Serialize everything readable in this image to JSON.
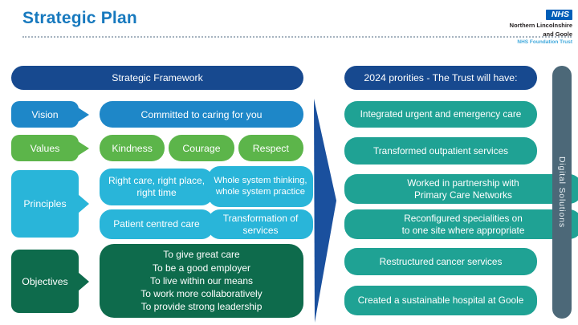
{
  "slide_title": "Strategic Plan",
  "logo": {
    "nhs": "NHS",
    "org_line1": "Northern Lincolnshire",
    "org_line2": "and Goole",
    "trust_type": "NHS Foundation Trust"
  },
  "framework": {
    "header": "Strategic Framework",
    "vision": {
      "label": "Vision",
      "statement": "Committed to caring for you"
    },
    "values": {
      "label": "Values",
      "items": [
        "Kindness",
        "Courage",
        "Respect"
      ]
    },
    "principles": {
      "label": "Principles",
      "items": [
        "Right care, right place, right time",
        "Whole system thinking, whole system practice",
        "Patient centred care",
        "Transformation of services"
      ]
    },
    "objectives": {
      "label": "Objectives",
      "items": [
        "To give great care",
        "To be a good employer",
        "To live within our means",
        "To work more collaboratively",
        "To provide strong leadership"
      ]
    }
  },
  "priorities": {
    "header": "2024 prorities - The Trust will have:",
    "items": [
      "Integrated urgent and emergency care",
      "Transformed outpatient services",
      "Worked in partnership with Primary Care Networks",
      "Reconfigured specialities on to one site where appropriate",
      "Restructured cancer services",
      "Created a sustainable hospital at Goole"
    ]
  },
  "sidebar": {
    "label": "Digital Solutions"
  },
  "colors": {
    "title_blue": "#1779BE",
    "nhs_blue": "#005EB8",
    "header_navy": "#17498F",
    "vision_blue": "#1E87C8",
    "values_green": "#5CB54A",
    "principles_cyan": "#29B5D9",
    "objectives_green": "#0E6B4C",
    "priorities_teal": "#1FA294",
    "flow_arrow_navy": "#1A509E",
    "digital_bar_slate": "#4C6878"
  }
}
